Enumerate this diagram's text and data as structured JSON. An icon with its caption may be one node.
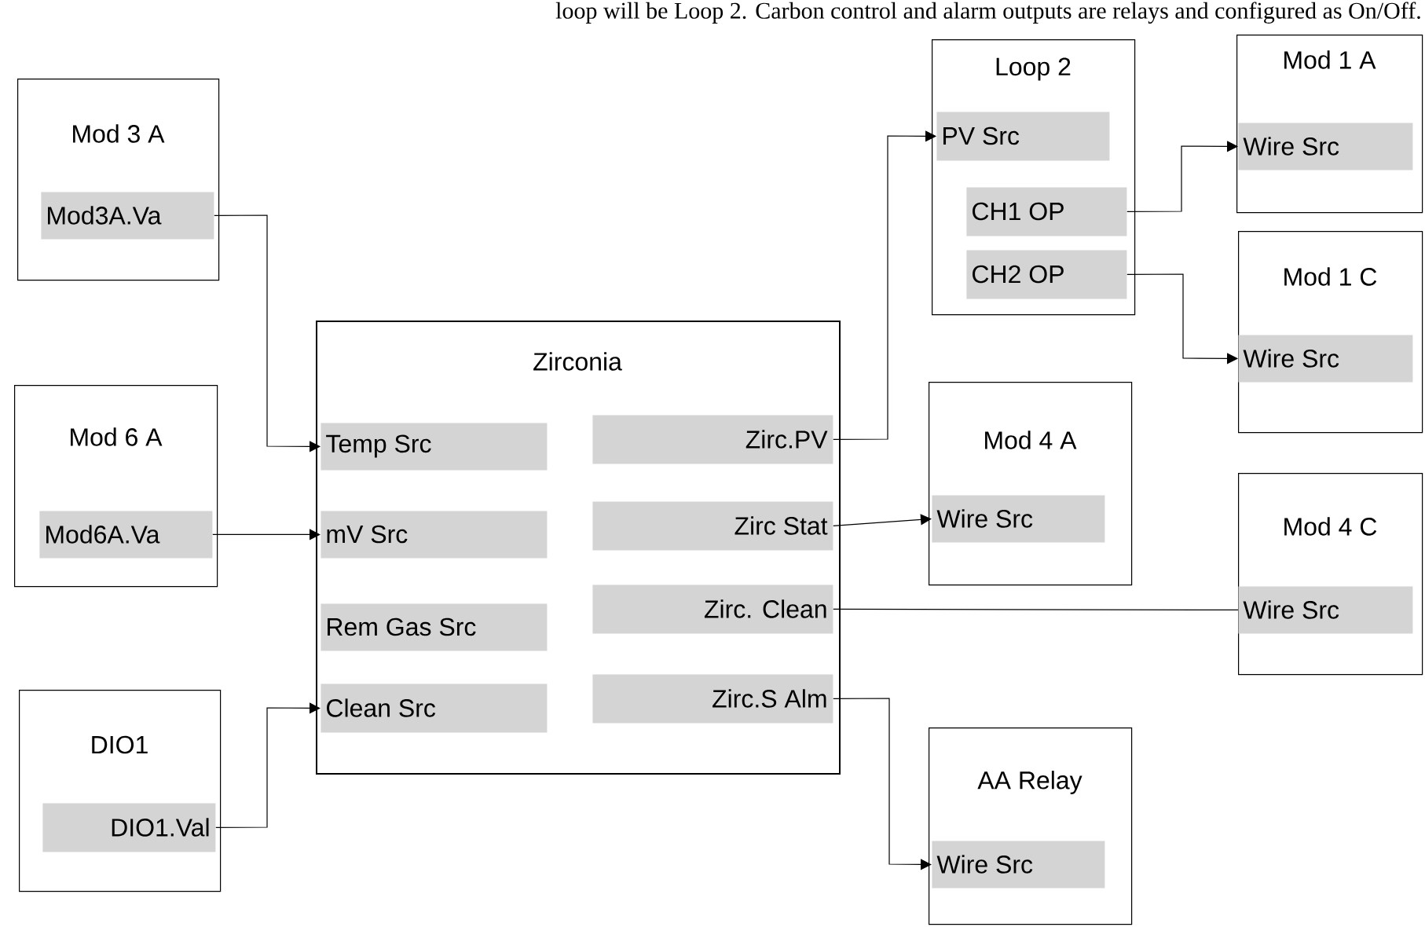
{
  "diagram": {
    "nodes": [
      {
        "text": [
          "Mod 3 A"
        ]
      },
      {
        "text": [
          "Mod3A.Va"
        ],
        "in": 0
      },
      {
        "text": [
          "Mod 6 A"
        ]
      },
      {
        "text": [
          "Mod6A.Va"
        ],
        "in": 2
      },
      {
        "text": [
          "DIO1"
        ]
      },
      {
        "text": [
          "DIO1.Val"
        ],
        "in": 4
      },
      {
        "text": [
          "Zirconia"
        ]
      },
      {
        "text": [
          "Temp Src"
        ],
        "in": 6
      },
      {
        "text": [
          "mV Src"
        ],
        "in": 6
      },
      {
        "text": [
          "Rem Gas Src"
        ],
        "in": 6
      },
      {
        "text": [
          "Clean Src"
        ],
        "in": 6
      },
      {
        "text": [
          "Zirc.PV"
        ],
        "in": 6
      },
      {
        "text": [
          "Zirc Stat"
        ],
        "in": 6
      },
      {
        "text": [
          "Zirc. Clean"
        ],
        "in": 6
      },
      {
        "text": [
          "Zirc.S Alm"
        ],
        "in": 6
      },
      {
        "text": [
          "Loop 2"
        ]
      },
      {
        "text": [
          "PV Src"
        ],
        "in": 15
      },
      {
        "text": [
          "CH1 OP"
        ],
        "in": 15
      },
      {
        "text": [
          "CH2 OP"
        ],
        "in": 15
      },
      {
        "text": [
          "Mod 1 A"
        ]
      },
      {
        "text": [
          "Wire Src"
        ],
        "in": 19
      },
      {
        "text": [
          "Mod 1 C"
        ]
      },
      {
        "text": [
          "Wire Src"
        ],
        "in": 21
      },
      {
        "text": [
          "Mod 4 A"
        ]
      },
      {
        "text": [
          "Wire Src"
        ],
        "in": 23
      },
      {
        "text": [
          "Mod 4 C"
        ]
      },
      {
        "text": [
          "Wire Src"
        ],
        "in": 25
      },
      {
        "text": [
          "AA Relay"
        ]
      },
      {
        "text": [
          "Wire Src"
        ],
        "in": 27
      }
    ],
    "edges": [
      {
        "from": 1,
        "to": 7,
        "arrow": "to"
      },
      {
        "from": 3,
        "to": 8,
        "arrow": "to"
      },
      {
        "from": 5,
        "to": 10,
        "arrow": "to"
      },
      {
        "from": 11,
        "to": 16,
        "arrow": "to"
      },
      {
        "from": 17,
        "to": 20,
        "arrow": "to"
      },
      {
        "from": 18,
        "to": 22,
        "arrow": "to"
      },
      {
        "from": 12,
        "to": 24,
        "arrow": "to"
      },
      {
        "from": 13,
        "to": 26,
        "arrow": "none"
      },
      {
        "from": 14,
        "to": 28,
        "arrow": "to"
      }
    ],
    "labels": [
      "loop will be Loop 2. Carbon control and alarm outputs are relays and configured as On/Off."
    ]
  }
}
